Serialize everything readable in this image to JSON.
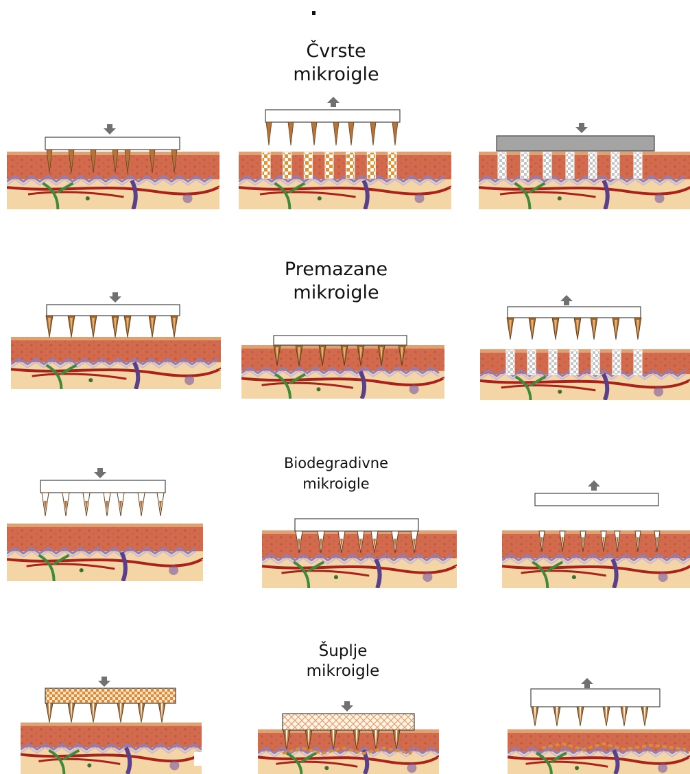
{
  "titles": {
    "solid": {
      "line1": "Čvrste",
      "line2": "mikroigle"
    },
    "coated": {
      "line1": "Premazane",
      "line2": "mikroigle"
    },
    "biodegradable": {
      "line1": "Biodegradivne",
      "line2": "mikroigle"
    },
    "hollow": {
      "line1": "Šuplje",
      "line2": "mikroigle"
    }
  },
  "colors": {
    "skin_surface": "#e0a070",
    "skin_epidermis": "#d26a4e",
    "skin_dermis": "#f3d5a6",
    "vessel_red": "#a8221c",
    "vessel_green": "#3f8a3a",
    "vessel_purple": "#5a3f8a",
    "wave_lilac": "#8e7fb8",
    "needle_brown": "#b5743a",
    "needle_coated": "#a0662c",
    "drug_orange": "#d98c3c",
    "arrow_gray": "#707070",
    "plate_gray": "#a4a4a4"
  },
  "icons": {
    "arrow_down": "down-arrow-icon",
    "arrow_up": "up-arrow-icon"
  }
}
